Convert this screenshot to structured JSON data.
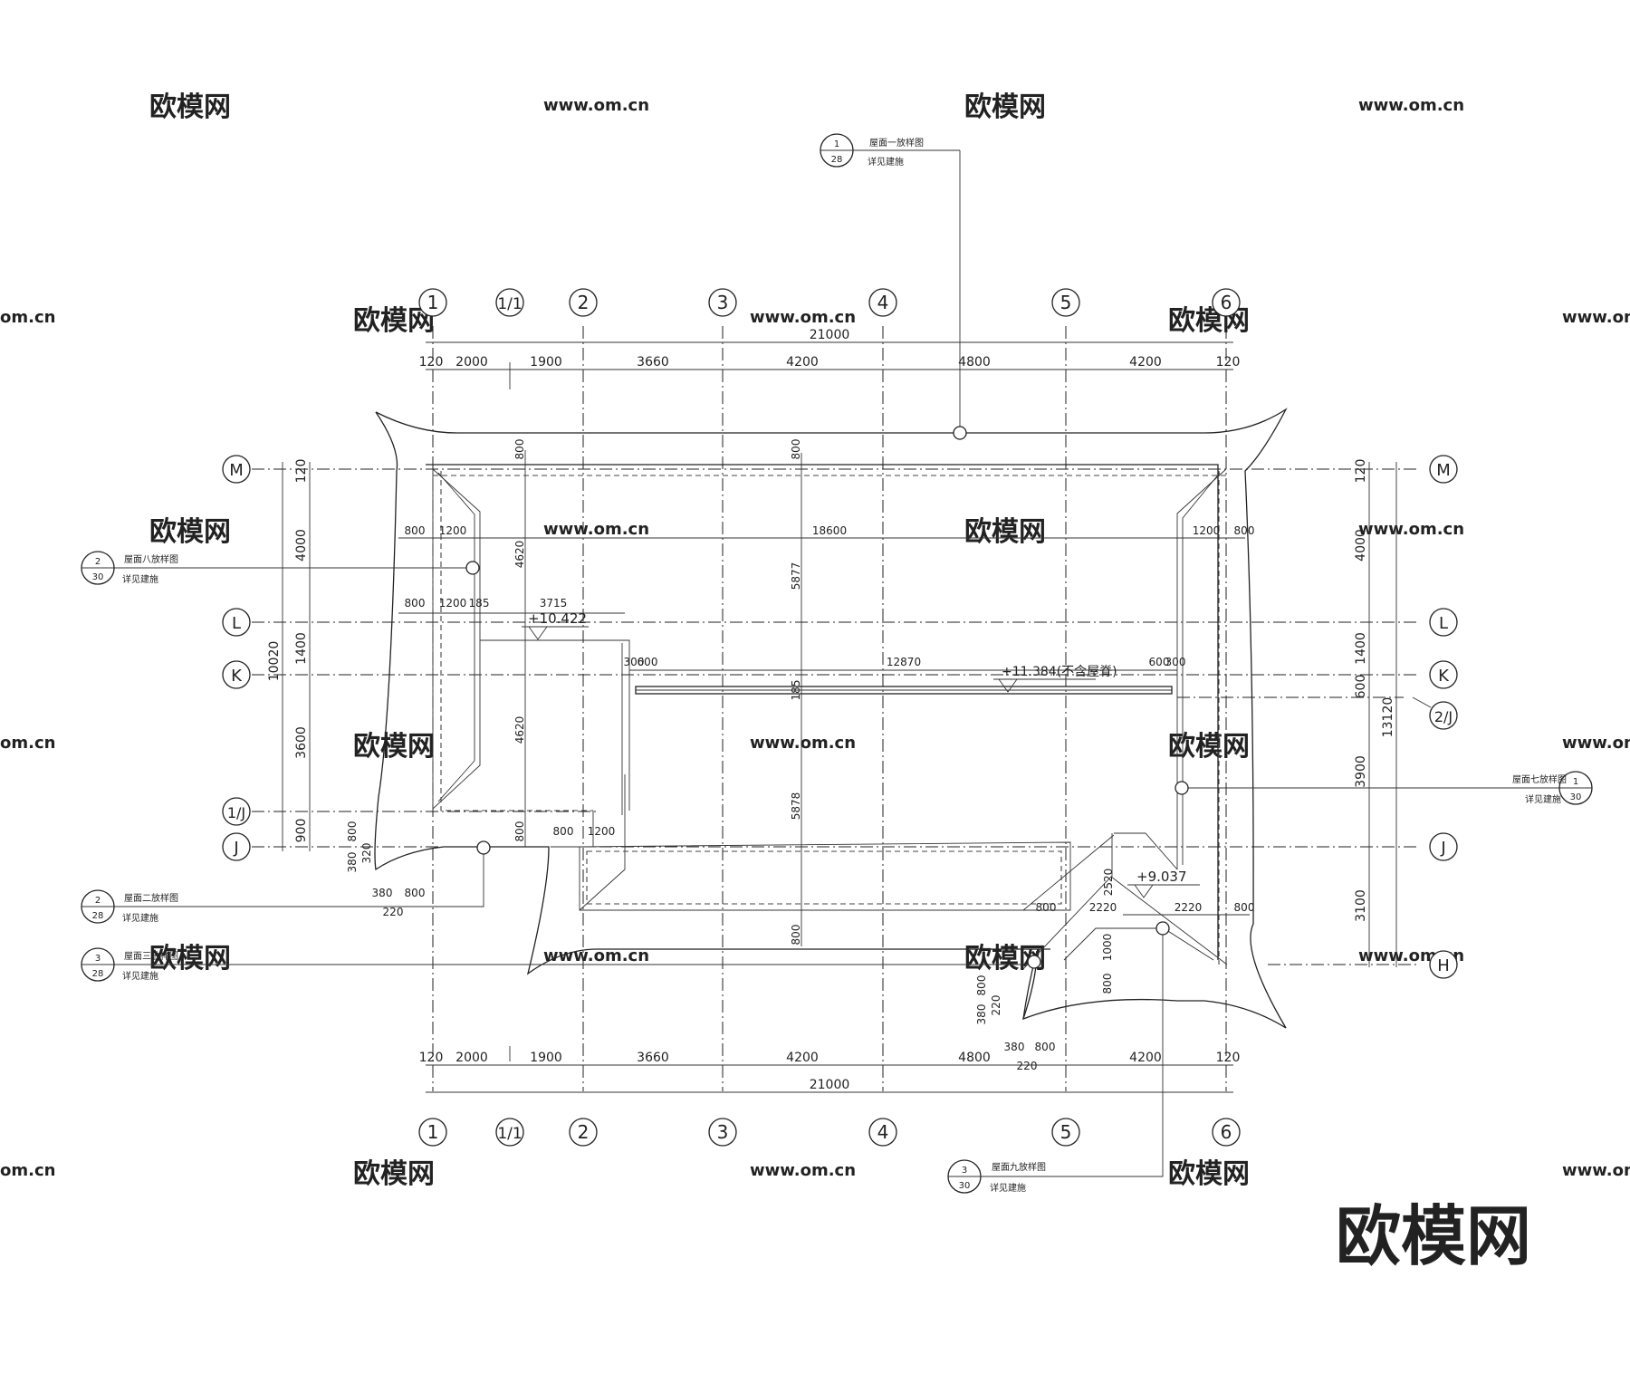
{
  "axes_top": [
    "1",
    "1/1",
    "2",
    "3",
    "4",
    "5",
    "6"
  ],
  "axes_side": [
    "M",
    "L",
    "K",
    "1/J",
    "J",
    "H",
    "2/J"
  ],
  "dims_top": {
    "total": "21000",
    "segments": [
      "120",
      "2000",
      "1900",
      "3660",
      "4200",
      "4800",
      "4200",
      "120"
    ]
  },
  "dims_bottom": {
    "total": "21000",
    "segments": [
      "120",
      "2000",
      "1900",
      "3660",
      "4200",
      "4800",
      "4200",
      "120"
    ]
  },
  "dims_left": {
    "total": "10020",
    "segments": [
      "120",
      "4000",
      "1400",
      "3600",
      "900"
    ]
  },
  "dims_right": {
    "total": "13120",
    "segments": [
      "120",
      "4000",
      "1400",
      "600",
      "3900",
      "3100"
    ]
  },
  "dims_interior": {
    "top_800": "800",
    "center_800": "800",
    "v_4620_a": "4620",
    "v_4620_b": "4620",
    "v_5877": "5877",
    "v_5878": "5878",
    "v_185": "185",
    "v_800_bottom": "800",
    "v_800_mid": "800",
    "h_800_left_a": "800",
    "h_1200_left_a": "1200",
    "h_18600": "18600",
    "h_1200_right": "1200",
    "h_800_right": "800",
    "h_800_left_b": "800",
    "h_1200_left_b": "1200",
    "h_185": "185",
    "h_3715": "3715",
    "h_300_a": "300",
    "h_600_a": "600",
    "h_12870": "12870",
    "h_600_b": "600",
    "h_300_b": "300",
    "h_800_c": "800",
    "h_1200_c": "1200",
    "sm_800_v": "800",
    "sm_320_v": "320",
    "sm_380_v": "380",
    "sm_380_h": "380",
    "sm_800_h": "800",
    "sm_220_h": "220",
    "br_2520": "2520",
    "br_800_a": "800",
    "br_2220_a": "2220",
    "br_2220_b": "2220",
    "br_800_b": "800",
    "br_1000": "1000",
    "br_800_c": "800",
    "sm2_800_v": "800",
    "sm2_220_v": "220",
    "sm2_380_v": "380",
    "sm2_380_h": "380",
    "sm2_800_h": "800",
    "sm2_220_h": "220"
  },
  "elevations": {
    "e1": "+10.422",
    "e2": "+11.384(不含屋脊)",
    "e3": "+9.037"
  },
  "callouts": [
    {
      "num": "1",
      "sheet": "28",
      "title": "屋面一放样图",
      "note": "详见建施"
    },
    {
      "num": "2",
      "sheet": "30",
      "title": "屋面八放样图",
      "note": "详见建施"
    },
    {
      "num": "2",
      "sheet": "28",
      "title": "屋面二放样图",
      "note": "详见建施"
    },
    {
      "num": "3",
      "sheet": "28",
      "title": "屋面三放样图",
      "note": "详见建施"
    },
    {
      "num": "1",
      "sheet": "30",
      "title": "屋面七放样图",
      "note": "详见建施"
    },
    {
      "num": "3",
      "sheet": "30",
      "title": "屋面九放样图",
      "note": "详见建施"
    }
  ],
  "watermarks": {
    "brand": "欧模网",
    "url": "www.om.cn",
    "url_short": "om.cn"
  },
  "logo": "欧模网"
}
